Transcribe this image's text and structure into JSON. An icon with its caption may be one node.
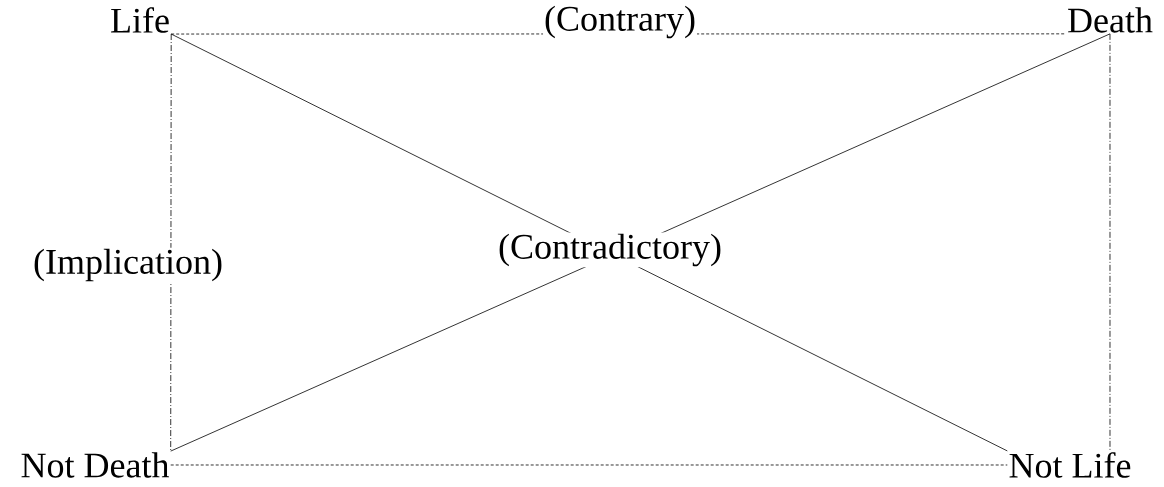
{
  "diagram": {
    "nodes": [
      {
        "text": [
          "Life"
        ]
      },
      {
        "text": [
          "Death"
        ]
      },
      {
        "text": [
          "Not Death"
        ]
      },
      {
        "text": [
          "Not Life"
        ]
      }
    ],
    "edges": [
      {
        "from": 0,
        "to": 1,
        "arrow": "none",
        "style": "dashed",
        "label": "(Contrary)"
      },
      {
        "from": 0,
        "to": 2,
        "arrow": "none",
        "style": "dashed",
        "label": "(Implication)"
      },
      {
        "from": 1,
        "to": 3,
        "arrow": "none",
        "style": "dashed"
      },
      {
        "from": 0,
        "to": 3,
        "arrow": "none"
      },
      {
        "from": 1,
        "to": 2,
        "arrow": "none"
      },
      {
        "from": 2,
        "to": 3,
        "arrow": "none",
        "style": "dashed"
      }
    ],
    "labels": [
      "(Contradictory)"
    ]
  }
}
